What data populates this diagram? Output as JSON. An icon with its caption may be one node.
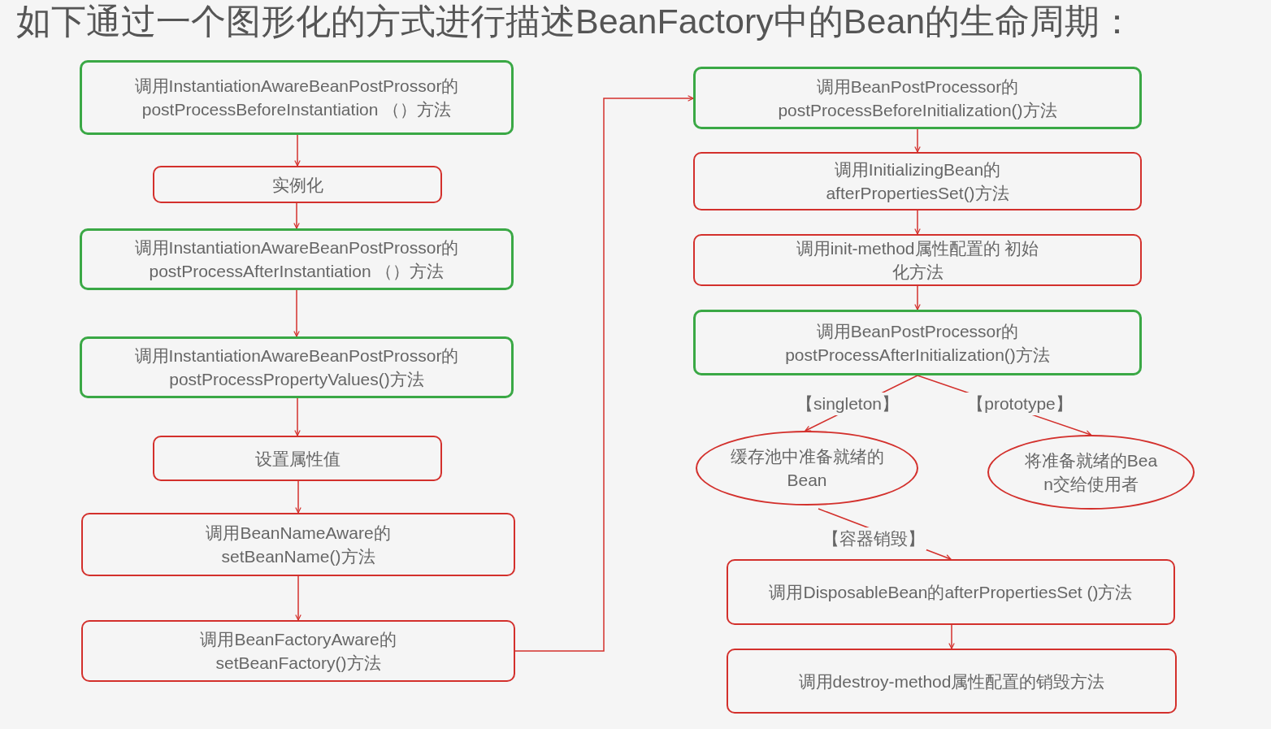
{
  "diagram": {
    "title": "如下通过一个图形化的方式进行描述BeanFactory中的Bean的生命周期：",
    "nodes": [
      {
        "text": [
          "调用InstantiationAwareBeanPostProssor的 postProcessBeforeInstantiation （）方法"
        ]
      },
      {
        "text": [
          "实例化"
        ]
      },
      {
        "text": [
          "调用InstantiationAwareBeanPostProssor的 postProcessAfterInstantiation （）方法"
        ]
      },
      {
        "text": [
          "调用InstantiationAwareBeanPostProssor的 postProcessPropertyValues()方法"
        ]
      },
      {
        "text": [
          "设置属性值"
        ]
      },
      {
        "text": [
          "调用BeanNameAware的 setBeanName()方法"
        ]
      },
      {
        "text": [
          "调用BeanFactoryAware的 setBeanFactory()方法"
        ]
      },
      {
        "text": [
          "调用BeanPostProcessor的 postProcessBeforeInitialization()方法"
        ]
      },
      {
        "text": [
          "调用InitializingBean的 afterPropertiesSet()方法"
        ]
      },
      {
        "text": [
          "调用init-method属性配置的 初始化方法"
        ]
      },
      {
        "text": [
          "调用BeanPostProcessor的 postProcessAfterInitialization()方法"
        ]
      },
      {
        "text": [
          "缓存池中准备就绪的Bean"
        ]
      },
      {
        "text": [
          "将准备就绪的Bean交给使用者"
        ]
      },
      {
        "text": [
          "调用DisposableBean的afterPropertiesSet ()方法"
        ]
      },
      {
        "text": [
          "调用destroy-method属性配置的销毁方法"
        ]
      }
    ],
    "edges": [
      {
        "from": 0,
        "to": 1,
        "arrow": "to"
      },
      {
        "from": 1,
        "to": 2,
        "arrow": "to"
      },
      {
        "from": 2,
        "to": 3,
        "arrow": "to"
      },
      {
        "from": 3,
        "to": 4,
        "arrow": "to"
      },
      {
        "from": 4,
        "to": 5,
        "arrow": "to"
      },
      {
        "from": 5,
        "to": 6,
        "arrow": "to"
      },
      {
        "from": 6,
        "to": 7,
        "arrow": "to"
      },
      {
        "from": 7,
        "to": 8,
        "arrow": "to"
      },
      {
        "from": 8,
        "to": 9,
        "arrow": "to"
      },
      {
        "from": 9,
        "to": 10,
        "arrow": "to"
      },
      {
        "from": 10,
        "to": 11,
        "arrow": "to",
        "label": "【singleton】"
      },
      {
        "from": 10,
        "to": 12,
        "arrow": "to",
        "label": "【prototype】"
      },
      {
        "from": 11,
        "to": 13,
        "arrow": "to",
        "label": "【容器销毁】"
      },
      {
        "from": 13,
        "to": 14,
        "arrow": "to"
      }
    ]
  }
}
